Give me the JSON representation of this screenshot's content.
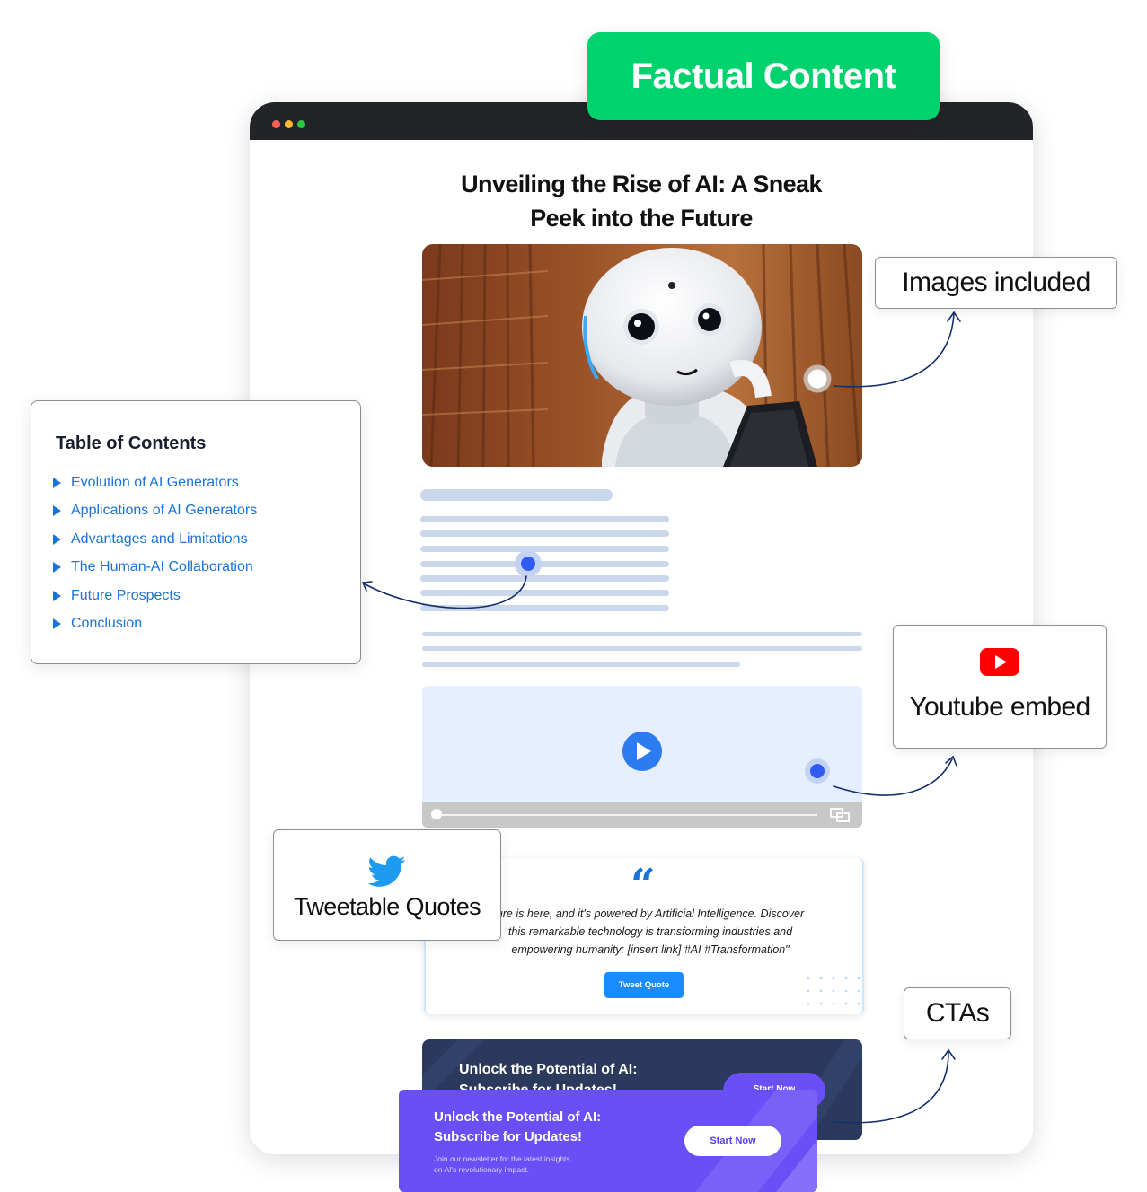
{
  "badge_factual": "Factual Content",
  "article": {
    "title_line1": "Unveiling the Rise of AI: A Sneak",
    "title_line2": "Peek into the Future"
  },
  "callouts": {
    "images": "Images included",
    "youtube": "Youtube embed",
    "tweetable": "Tweetable Quotes",
    "ctas": "CTAs"
  },
  "toc": {
    "title": "Table of Contents",
    "items": [
      "Evolution of AI Generators",
      "Applications of AI Generators",
      "Advantages and Limitations",
      "The Human-AI Collaboration",
      "Future Prospects",
      "Conclusion"
    ]
  },
  "quote": {
    "mark": "“",
    "line1": "ure is here, and it's powered by Artificial Intelligence. Discover",
    "line2": "this remarkable technology is transforming industries and",
    "line3": "empowering humanity: [insert link] #AI #Transformation\"",
    "button": "Tweet Quote"
  },
  "cta_back": {
    "line1": "Unlock the Potential of AI:",
    "line2": "Subscribe for Updates!",
    "button": "Start Now"
  },
  "cta_front": {
    "line1": "Unlock the Potential of AI:",
    "line2": "Subscribe for Updates!",
    "sub1": "Join our newsletter for the latest insights",
    "sub2": "on AI's revolutionary impact.",
    "button": "Start Now"
  },
  "colors": {
    "accent_green": "#00d26e",
    "link_blue": "#1a73d9",
    "youtube_red": "#ff0000",
    "twitter_blue": "#1d9bf0",
    "cta_purple": "#6a4ef6",
    "cta_dark": "#2b3a5c"
  }
}
